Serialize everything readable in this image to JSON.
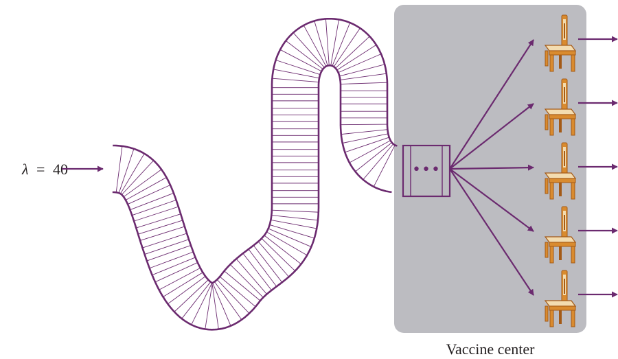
{
  "arrival": {
    "symbol": "λ",
    "equals": "=",
    "rate": "40"
  },
  "center": {
    "label": "Vaccine center"
  },
  "servers": {
    "count": 5,
    "icon": "chair-icon"
  },
  "queue_buffer": {
    "dots": "•••"
  },
  "colors": {
    "line": "#6b2a6f",
    "center_bg": "#bcbcc1",
    "text": "#231f20",
    "chair_wood": "#d98b2f",
    "chair_seat": "#f3dcb0",
    "chair_dark": "#a45a16"
  }
}
